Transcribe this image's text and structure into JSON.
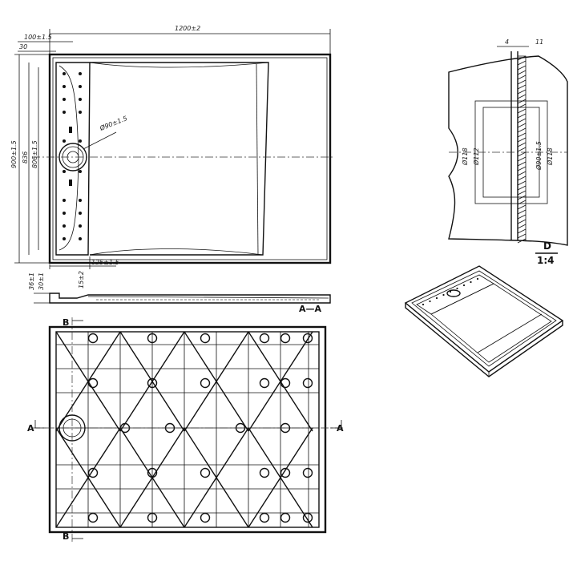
{
  "top_view": {
    "dimensions": {
      "overall_width": "1200±2",
      "drain_offset": "100±1.5",
      "edge_offset": "30",
      "overall_depth": "900±1.5",
      "inner_depth": "836",
      "channel_length": "806±1.5",
      "drain_diameter": "Ø90±1.5",
      "channel_width": "125±1.5"
    }
  },
  "section_a": {
    "label": "A—A",
    "dimensions": {
      "total_height": "36±1",
      "rim_height": "30±1",
      "slope_height": "15±2"
    }
  },
  "detail_d": {
    "label": "D",
    "scale": "1:4",
    "dimensions": {
      "top_left": "4",
      "top_right": "11",
      "outer_diameter": "Ø118",
      "inner_diameter": "Ø112",
      "drain_diameter": "Ø90±1.5",
      "outer_diameter_right": "Ø118"
    }
  },
  "bottom_view": {
    "section_marks": {
      "a_left": "A",
      "a_right": "A",
      "b_top": "B",
      "b_bottom": "B"
    }
  }
}
